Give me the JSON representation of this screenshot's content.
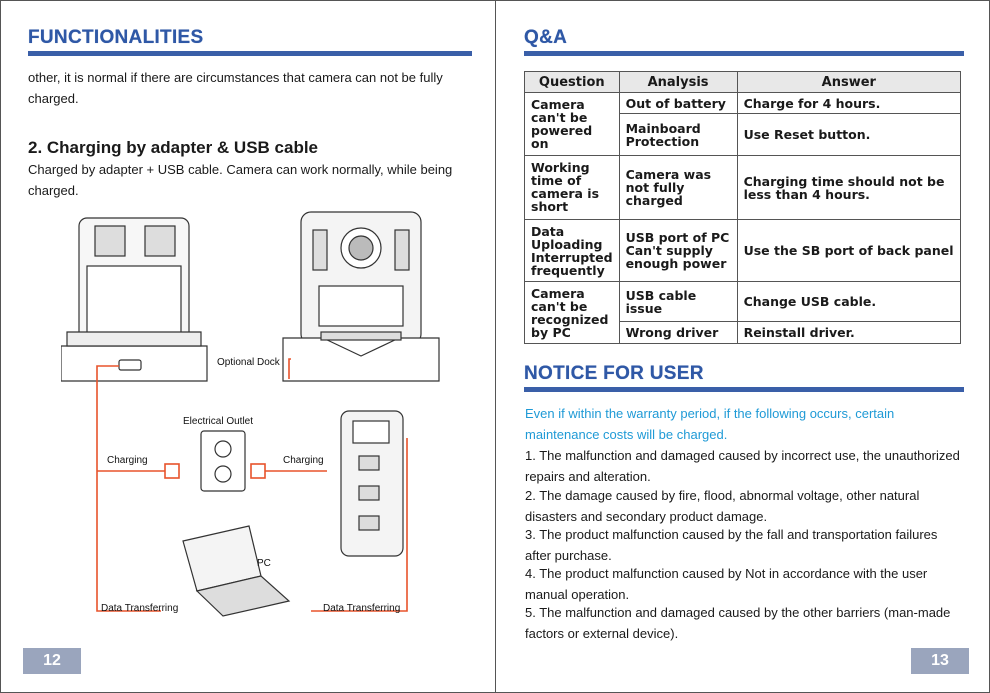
{
  "left": {
    "section_title": "FUNCTIONALITIES",
    "intro": "other, it is normal if there are circumstances that camera can not be fully charged.",
    "sub_heading": "2. Charging by adapter & USB cable",
    "sub_text": "Charged by adapter + USB cable. Camera can work normally, while being charged.",
    "diagram": {
      "optional_dock": "Optional Dock",
      "electrical_outlet": "Electrical Outlet",
      "charging_left": "Charging",
      "charging_right": "Charging",
      "pc": "PC",
      "data_transferring_left": "Data Transferring",
      "data_transferring_right": "Data Transferring"
    },
    "page_number": "12"
  },
  "right": {
    "section_title": "Q&A",
    "table": {
      "headers": [
        "Question",
        "Analysis",
        "Answer"
      ],
      "groups": [
        {
          "question": "Camera can't be powered on",
          "rows": [
            {
              "analysis": "Out of battery",
              "answer": "Charge for 4 hours."
            },
            {
              "analysis": "Mainboard Protection",
              "answer": "Use Reset button."
            }
          ]
        },
        {
          "question": "Working time of camera is short",
          "rows": [
            {
              "analysis": "Camera was not fully charged",
              "answer": "Charging time should not be less than 4 hours."
            }
          ]
        },
        {
          "question": "Data Uploading Interrupted frequently",
          "rows": [
            {
              "analysis": "USB port of PC Can't supply enough power",
              "answer": "Use the SB port of back panel"
            }
          ]
        },
        {
          "question": "Camera can't be recognized by PC",
          "rows": [
            {
              "analysis": "USB cable issue",
              "answer": "Change USB cable."
            },
            {
              "analysis": "Wrong driver",
              "answer": "Reinstall driver."
            }
          ]
        }
      ]
    },
    "notice_title": "NOTICE FOR USER",
    "notice_warning": "Even if within the warranty period, if the following occurs, certain maintenance costs will be charged.",
    "notice_items": [
      "1. The malfunction and damaged caused by incorrect use, the unauthorized repairs and alteration.",
      "2. The damage caused by fire, flood, abnormal voltage, other natural disasters and secondary product damage.",
      "3. The product malfunction caused by the fall and transportation failures after purchase.",
      "4. The product malfunction caused by Not in accordance with the user manual operation.",
      "5. The malfunction and damaged caused by the other barriers (man-made factors or external device)."
    ],
    "page_number": "13"
  },
  "colors": {
    "heading_blue": "#2f58a6",
    "notice_blue": "#1f9ad6",
    "cable_orange": "#e8532b",
    "page_number_bg": "#9aa5bd"
  }
}
